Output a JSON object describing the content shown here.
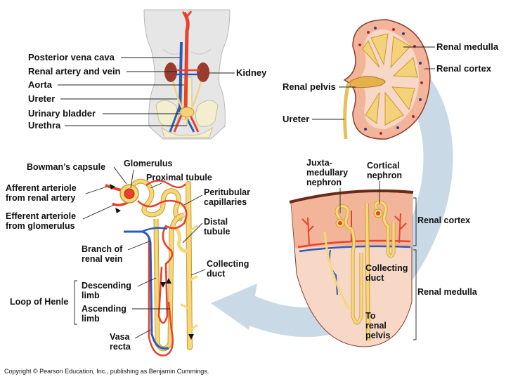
{
  "colors": {
    "artery": "#e8412c",
    "vein": "#2a5cb8",
    "tubule": "#f6d77a",
    "tubule_edge": "#c89a2c",
    "skin": "#e6e6e6",
    "cortex": "#f3b59a",
    "medulla": "#f7d7c6",
    "arrow": "#c9d9e6"
  },
  "body_labels": {
    "posterior_vena_cava": "Posterior vena cava",
    "renal_artery_vein": "Renal artery and vein",
    "aorta": "Aorta",
    "ureter": "Ureter",
    "urinary_bladder": "Urinary bladder",
    "urethra": "Urethra",
    "kidney": "Kidney"
  },
  "kidney_labels": {
    "renal_medulla": "Renal medulla",
    "renal_cortex": "Renal cortex",
    "renal_pelvis": "Renal pelvis",
    "ureter": "Ureter"
  },
  "nephron_labels": {
    "bowmans_capsule": "Bowman’s capsule",
    "glomerulus": "Glomerulus",
    "proximal_tubule": "Proximal tubule",
    "afferent_line1": "Afferent arteriole",
    "afferent_line2": "from renal artery",
    "peritubular_line1": "Peritubular",
    "peritubular_line2": "capillaries",
    "efferent_line1": "Efferent arteriole",
    "efferent_line2": "from glomerulus",
    "distal_line1": "Distal",
    "distal_line2": "tubule",
    "branch_line1": "Branch of",
    "branch_line2": "renal vein",
    "collecting_line1": "Collecting",
    "collecting_line2": "duct",
    "descending_line1": "Descending",
    "descending_line2": "limb",
    "loop_of_henle": "Loop of Henle",
    "ascending_line1": "Ascending",
    "ascending_line2": "limb",
    "vasa_line1": "Vasa",
    "vasa_line2": "recta"
  },
  "section_labels": {
    "juxta_line1": "Juxta-",
    "juxta_line2": "medullary",
    "juxta_line3": "nephron",
    "cortical_line1": "Cortical",
    "cortical_line2": "nephron",
    "renal_cortex": "Renal cortex",
    "collecting_line1": "Collecting",
    "collecting_line2": "duct",
    "renal_medulla": "Renal medulla",
    "to_line1": "To",
    "to_line2": "renal",
    "to_line3": "pelvis"
  },
  "copyright": "Copyright © Pearson Education, Inc., publishing as Benjamin Cummings."
}
